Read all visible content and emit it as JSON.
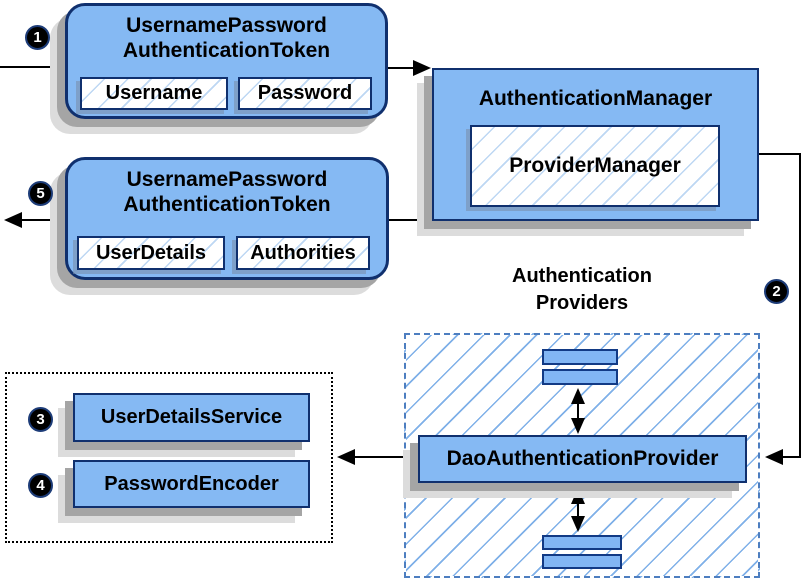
{
  "badges": {
    "step1": "1",
    "step2": "2",
    "step3": "3",
    "step4": "4",
    "step5": "5"
  },
  "request_token": {
    "title_line1": "UsernamePassword",
    "title_line2": "AuthenticationToken",
    "field1": "Username",
    "field2": "Password"
  },
  "authentication_manager": {
    "title": "AuthenticationManager",
    "inner": "ProviderManager"
  },
  "result_token": {
    "title_line1": "UsernamePassword",
    "title_line2": "AuthenticationToken",
    "field1": "UserDetails",
    "field2": "Authorities"
  },
  "providers": {
    "heading_line1": "Authentication",
    "heading_line2": "Providers",
    "dao": "DaoAuthenticationProvider"
  },
  "services": {
    "user_details_service": "UserDetailsService",
    "password_encoder": "PasswordEncoder"
  },
  "colors": {
    "node_fill": "#85b9f3",
    "node_border": "#10306e",
    "hatch_line": "#7fb0e8",
    "dashed_border": "#4d7ec0",
    "dotted_border": "#000000",
    "shadow_dark": "#a5a5a5",
    "shadow_light": "#dcdcdc",
    "arrow": "#000000",
    "badge_background": "#000000",
    "badge_text": "#ffffff",
    "background": "#ffffff"
  }
}
